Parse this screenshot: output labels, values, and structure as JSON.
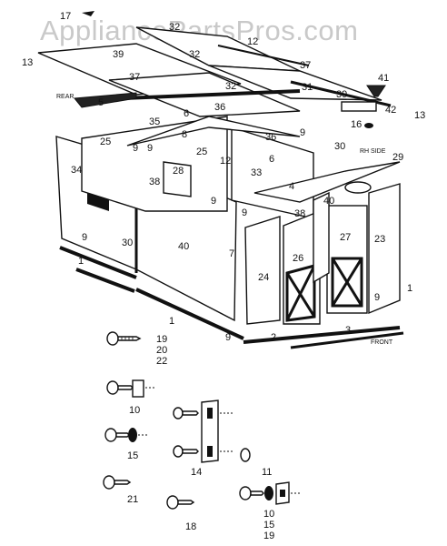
{
  "watermark": "AppliancePartsPros.com",
  "orientation_labels": {
    "rear": "REAR",
    "rh_side": "RH SIDE",
    "front": "FRONT"
  },
  "part_numbers": {
    "p1": "1",
    "p2": "2",
    "p3": "3",
    "p4": "4",
    "p5": "5",
    "p6": "6",
    "p7": "7",
    "p8": "8",
    "p9": "9",
    "p10": "10",
    "p11": "11",
    "p12": "12",
    "p13": "13",
    "p14": "14",
    "p15": "15",
    "p16": "16",
    "p17": "17",
    "p18": "18",
    "p19": "19",
    "p20": "20",
    "p21": "21",
    "p22": "22",
    "p23": "23",
    "p24": "24",
    "p25": "25",
    "p26": "26",
    "p27": "27",
    "p28": "28",
    "p29": "29",
    "p30": "30",
    "p31": "31",
    "p32": "32",
    "p33": "33",
    "p34": "34",
    "p35": "35",
    "p36": "36",
    "p37": "37",
    "p38": "38",
    "p39": "39",
    "p40": "40",
    "p41": "41",
    "p42": "42"
  },
  "hardware_callouts": {
    "screw_a_numbers": [
      "19",
      "20",
      "22"
    ],
    "screw_b_number": "10",
    "screw_c_number": "15",
    "bracket_number": "14",
    "washer_number": "11",
    "screw_d_number": "21",
    "screw_e_number": "18",
    "assembly_numbers": [
      "10",
      "15",
      "19"
    ]
  }
}
